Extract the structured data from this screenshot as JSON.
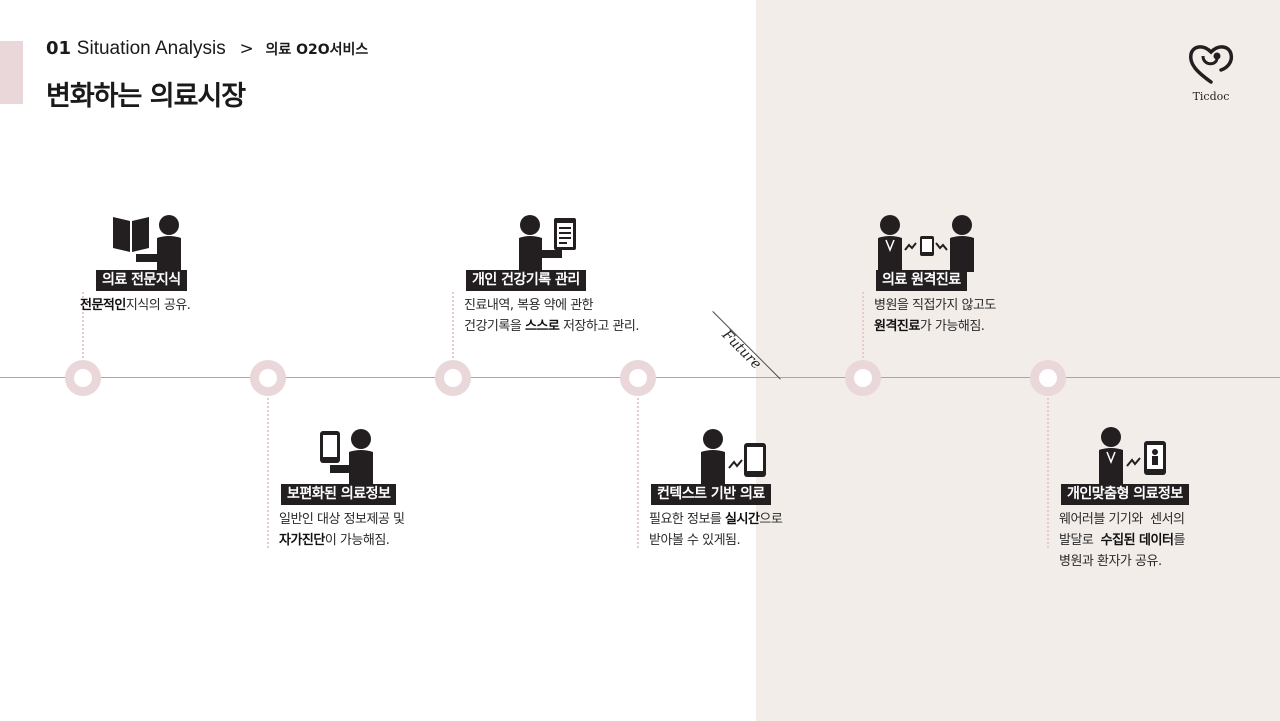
{
  "header": {
    "section_number": "01",
    "section_name": "Situation Analysis",
    "separator": ">",
    "subsection": "의료 O2O서비스",
    "title": "변화하는 의료시장"
  },
  "logo": {
    "text": "Ticdoc",
    "icon": "heart-stethoscope-icon"
  },
  "divider_label": "Future",
  "colors": {
    "future_background": "#f3ede9",
    "node": "#ead7da",
    "title_bar": "#231f20",
    "timeline": "#a8a8a8"
  },
  "cards": [
    {
      "title": "의료 전문지식",
      "icon": "person-reading-book-icon",
      "lines": [
        [
          {
            "b": "전문적인"
          },
          {
            "t": "지식의 공유."
          }
        ]
      ]
    },
    {
      "title": "보편화된 의료정보",
      "icon": "person-with-smartphone-icon",
      "lines": [
        [
          {
            "t": "일반인 대상 정보제공 및"
          }
        ],
        [
          {
            "b": "자가진단"
          },
          {
            "t": "이 가능해짐."
          }
        ]
      ]
    },
    {
      "title": "개인 건강기록 관리",
      "icon": "person-with-tablet-record-icon",
      "lines": [
        [
          {
            "t": "진료내역, 복용 약에 관한"
          }
        ],
        [
          {
            "t": "건강기록을 "
          },
          {
            "b": "스스로"
          },
          {
            "t": " 저장하고 관리."
          }
        ]
      ]
    },
    {
      "title": "컨텍스트 기반 의료",
      "icon": "person-connected-phone-icon",
      "lines": [
        [
          {
            "t": "필요한 정보를 "
          },
          {
            "b": "실시간"
          },
          {
            "t": "으로"
          }
        ],
        [
          {
            "t": "받아볼 수 있게됨."
          }
        ]
      ]
    },
    {
      "title": "의료 원격진료",
      "icon": "doctor-phone-patient-icon",
      "lines": [
        [
          {
            "t": "병원을 직접가지 않고도"
          }
        ],
        [
          {
            "b": "원격진료"
          },
          {
            "t": "가 가능해짐."
          }
        ]
      ]
    },
    {
      "title": "개인맞춤형 의료정보",
      "icon": "doctor-wearable-device-icon",
      "lines": [
        [
          {
            "t": "웨어러블 기기와  센서의"
          }
        ],
        [
          {
            "t": "발달로  "
          },
          {
            "b": "수집된 데이터"
          },
          {
            "t": "를"
          }
        ],
        [
          {
            "t": "병원과 환자가 공유."
          }
        ]
      ]
    }
  ]
}
